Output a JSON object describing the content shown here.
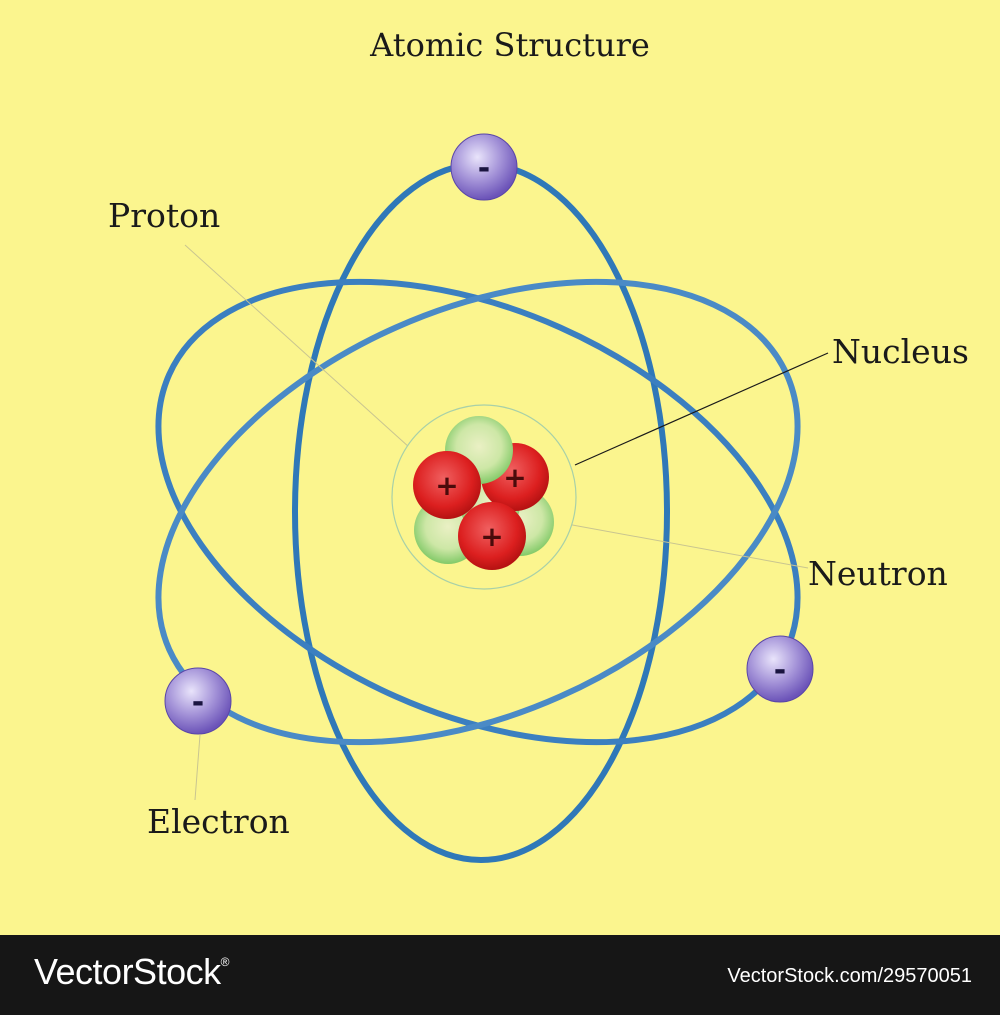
{
  "diagram": {
    "title": "Atomic Structure",
    "labels": {
      "proton": "Proton",
      "nucleus": "Nucleus",
      "neutron": "Neutron",
      "electron": "Electron"
    },
    "electron_sign": "-",
    "proton_sign": "+",
    "colors": {
      "background": "#fbf58e",
      "orbit": "#2f78b8",
      "electron": "#8670c4",
      "proton": "#d81f1f",
      "neutron": "#9fd88e"
    }
  },
  "footer": {
    "brand": "VectorStock",
    "trademark": "®",
    "stock_id": "VectorStock.com/29570051"
  }
}
